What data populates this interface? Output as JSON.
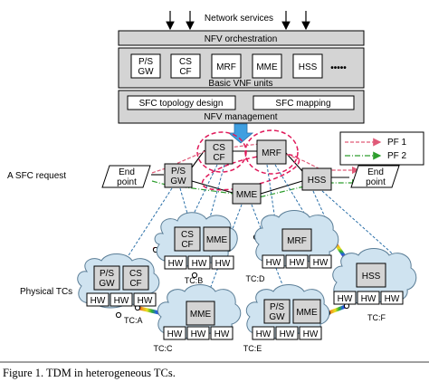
{
  "header": {
    "network_services": "Network services",
    "nfv_orchestration": "NFV orchestration",
    "basic_vnf_units": "Basic VNF units",
    "nfv_management": "NFV management",
    "sfc_topology_design": "SFC topology design",
    "sfc_mapping": "SFC mapping",
    "ellipsis": "•••••"
  },
  "vnf_units": {
    "ps_gw": [
      "P/S",
      "GW"
    ],
    "cs_cf": [
      "CS",
      "CF"
    ],
    "mrf": "MRF",
    "mme": "MME",
    "hss": "HSS"
  },
  "legend": {
    "pf1": "PF 1",
    "pf2": "PF 2",
    "pf1_color": "#e05a78",
    "pf2_color": "#2e9e2e"
  },
  "sfc": {
    "label": "A SFC request",
    "end_point": [
      "End",
      "point"
    ]
  },
  "physical": {
    "label": "Physical TCs",
    "hw": "HW",
    "tc_a": "TC:A",
    "tc_b": "TC:B",
    "tc_c": "TC:C",
    "tc_d": "TC:D",
    "tc_e": "TC:E",
    "tc_f": "TC:F"
  },
  "caption": "Figure 1. TDM in heterogeneous TCs.",
  "colors": {
    "gray_box": "#d4d4d4",
    "cloud": "#cfe3f0",
    "cloud_stroke": "#5a7d96",
    "arrow_blue": "#3f9fe0",
    "dashed_blue": "#2a6fa8",
    "ellipse_magenta": "#e0195a"
  }
}
